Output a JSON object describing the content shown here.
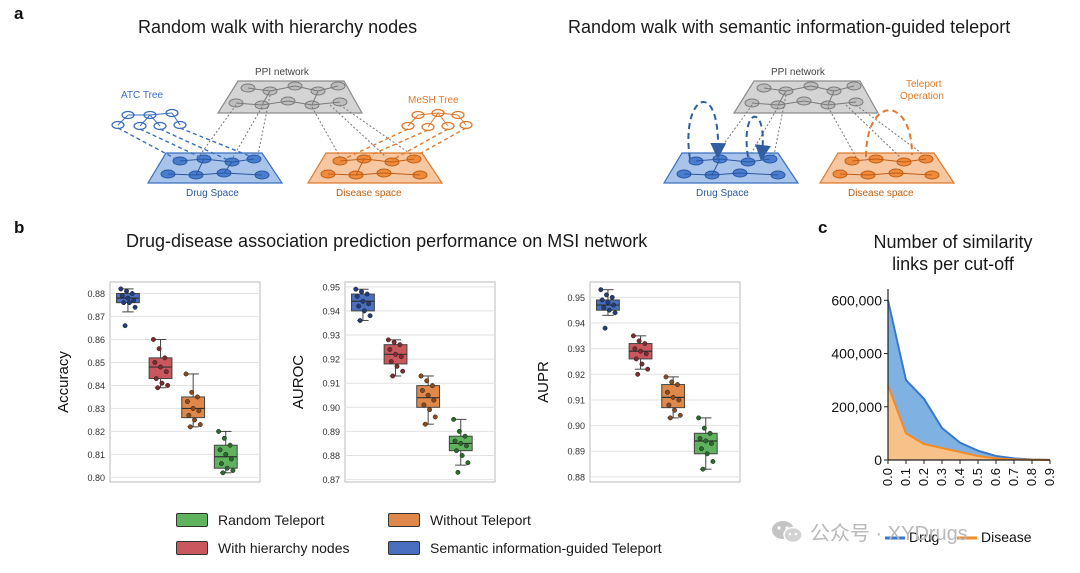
{
  "panel_a": {
    "letter": "a",
    "left": {
      "title": "Random walk with hierarchy nodes",
      "ppi_label": "PPI network",
      "atc_label": "ATC Tree",
      "mesh_label": "MeSH Tree",
      "drug_label": "Drug Space",
      "disease_label": "Disease space"
    },
    "right": {
      "title": "Random walk with semantic information-guided teleport",
      "ppi_label": "PPI network",
      "teleport_label_1": "Teleport",
      "teleport_label_2": "Operation",
      "drug_label": "Drug Space",
      "disease_label": "Disease space"
    }
  },
  "panel_b": {
    "letter": "b",
    "title": "Drug-disease association prediction performance on MSI network"
  },
  "panel_c": {
    "letter": "c",
    "title_line1": "Number of similarity",
    "title_line2": "links per cut-off"
  },
  "colors": {
    "semantic": "#4a6fc0",
    "hierarchy": "#c9575d",
    "without": "#e0884a",
    "random": "#5fb35f",
    "drug_blue": "#3a78c9",
    "disease_orange": "#f28c2b",
    "ppi_gray": "#9a9a9a"
  },
  "legend": {
    "items": [
      {
        "label": "Random Teleport",
        "color": "#5fb35f"
      },
      {
        "label": "Without Teleport",
        "color": "#e0884a"
      },
      {
        "label": "With hierarchy nodes",
        "color": "#c9575d"
      },
      {
        "label": "Semantic information-guided Teleport",
        "color": "#4a6fc0"
      }
    ]
  },
  "watermark": "公众号 · XYDrugs",
  "chart_data": [
    {
      "type": "box",
      "ylabel": "Accuracy",
      "ylim": [
        0.798,
        0.885
      ],
      "yticks": [
        "0.80",
        "0.81",
        "0.82",
        "0.83",
        "0.84",
        "0.85",
        "0.86",
        "0.87",
        "0.88"
      ],
      "series": [
        {
          "q1": 0.876,
          "median": 0.878,
          "q3": 0.88,
          "whislo": 0.872,
          "whishi": 0.882,
          "points": [
            0.882,
            0.881,
            0.88,
            0.879,
            0.878,
            0.877,
            0.876,
            0.876,
            0.874,
            0.866
          ]
        },
        {
          "q1": 0.843,
          "median": 0.848,
          "q3": 0.852,
          "whislo": 0.839,
          "whishi": 0.86,
          "points": [
            0.86,
            0.856,
            0.852,
            0.85,
            0.848,
            0.846,
            0.843,
            0.841,
            0.84,
            0.839
          ]
        },
        {
          "q1": 0.826,
          "median": 0.83,
          "q3": 0.835,
          "whislo": 0.822,
          "whishi": 0.845,
          "points": [
            0.845,
            0.837,
            0.835,
            0.833,
            0.83,
            0.829,
            0.827,
            0.825,
            0.823,
            0.822
          ]
        },
        {
          "q1": 0.804,
          "median": 0.809,
          "q3": 0.814,
          "whislo": 0.802,
          "whishi": 0.82,
          "points": [
            0.82,
            0.817,
            0.814,
            0.812,
            0.81,
            0.808,
            0.806,
            0.804,
            0.803,
            0.802
          ]
        }
      ]
    },
    {
      "type": "box",
      "ylabel": "AUROC",
      "ylim": [
        0.869,
        0.952
      ],
      "yticks": [
        "0.87",
        "0.88",
        "0.89",
        "0.90",
        "0.91",
        "0.92",
        "0.93",
        "0.94",
        "0.95"
      ],
      "series": [
        {
          "q1": 0.94,
          "median": 0.944,
          "q3": 0.947,
          "whislo": 0.936,
          "whishi": 0.949,
          "points": [
            0.949,
            0.948,
            0.947,
            0.946,
            0.944,
            0.943,
            0.942,
            0.94,
            0.938,
            0.936
          ]
        },
        {
          "q1": 0.918,
          "median": 0.922,
          "q3": 0.926,
          "whislo": 0.913,
          "whishi": 0.928,
          "points": [
            0.928,
            0.927,
            0.926,
            0.924,
            0.922,
            0.921,
            0.919,
            0.917,
            0.915,
            0.913
          ]
        },
        {
          "q1": 0.9,
          "median": 0.904,
          "q3": 0.909,
          "whislo": 0.893,
          "whishi": 0.913,
          "points": [
            0.913,
            0.911,
            0.909,
            0.907,
            0.905,
            0.903,
            0.901,
            0.899,
            0.896,
            0.893
          ]
        },
        {
          "q1": 0.882,
          "median": 0.885,
          "q3": 0.888,
          "whislo": 0.876,
          "whishi": 0.895,
          "points": [
            0.895,
            0.89,
            0.888,
            0.886,
            0.885,
            0.884,
            0.882,
            0.88,
            0.877,
            0.873
          ]
        }
      ]
    },
    {
      "type": "box",
      "ylabel": "AUPR",
      "ylim": [
        0.878,
        0.956
      ],
      "yticks": [
        "0.88",
        "0.89",
        "0.90",
        "0.91",
        "0.92",
        "0.93",
        "0.94",
        "0.95"
      ],
      "series": [
        {
          "q1": 0.945,
          "median": 0.947,
          "q3": 0.949,
          "whislo": 0.943,
          "whishi": 0.953,
          "points": [
            0.953,
            0.951,
            0.95,
            0.949,
            0.948,
            0.947,
            0.946,
            0.945,
            0.944,
            0.938
          ]
        },
        {
          "q1": 0.926,
          "median": 0.929,
          "q3": 0.932,
          "whislo": 0.922,
          "whishi": 0.935,
          "points": [
            0.935,
            0.933,
            0.932,
            0.93,
            0.929,
            0.928,
            0.926,
            0.924,
            0.922,
            0.92
          ]
        },
        {
          "q1": 0.907,
          "median": 0.911,
          "q3": 0.916,
          "whislo": 0.903,
          "whishi": 0.919,
          "points": [
            0.919,
            0.917,
            0.916,
            0.913,
            0.911,
            0.91,
            0.908,
            0.906,
            0.904,
            0.903
          ]
        },
        {
          "q1": 0.889,
          "median": 0.894,
          "q3": 0.897,
          "whislo": 0.883,
          "whishi": 0.903,
          "points": [
            0.903,
            0.899,
            0.897,
            0.895,
            0.894,
            0.893,
            0.891,
            0.889,
            0.886,
            0.883
          ]
        }
      ]
    },
    {
      "type": "area",
      "x": [
        "0.0",
        "0.1",
        "0.2",
        "0.3",
        "0.4",
        "0.5",
        "0.6",
        "0.7",
        "0.8",
        "0.9"
      ],
      "ylim": [
        0,
        620000
      ],
      "yticks": [
        "0",
        "200,000",
        "400,000",
        "600,000"
      ],
      "ytick_values": [
        0,
        200000,
        400000,
        600000
      ],
      "series": [
        {
          "name": "Drug",
          "values": [
            600000,
            300000,
            230000,
            120000,
            65000,
            35000,
            15000,
            6000,
            2000,
            500
          ],
          "color": "#3a78c9",
          "fill": "#7fb1e3"
        },
        {
          "name": "Disease",
          "values": [
            280000,
            100000,
            60000,
            45000,
            30000,
            15000,
            6000,
            2000,
            800,
            200
          ],
          "color": "#f28c2b",
          "fill": "#f7c28a"
        }
      ],
      "legend": "bottom"
    }
  ]
}
